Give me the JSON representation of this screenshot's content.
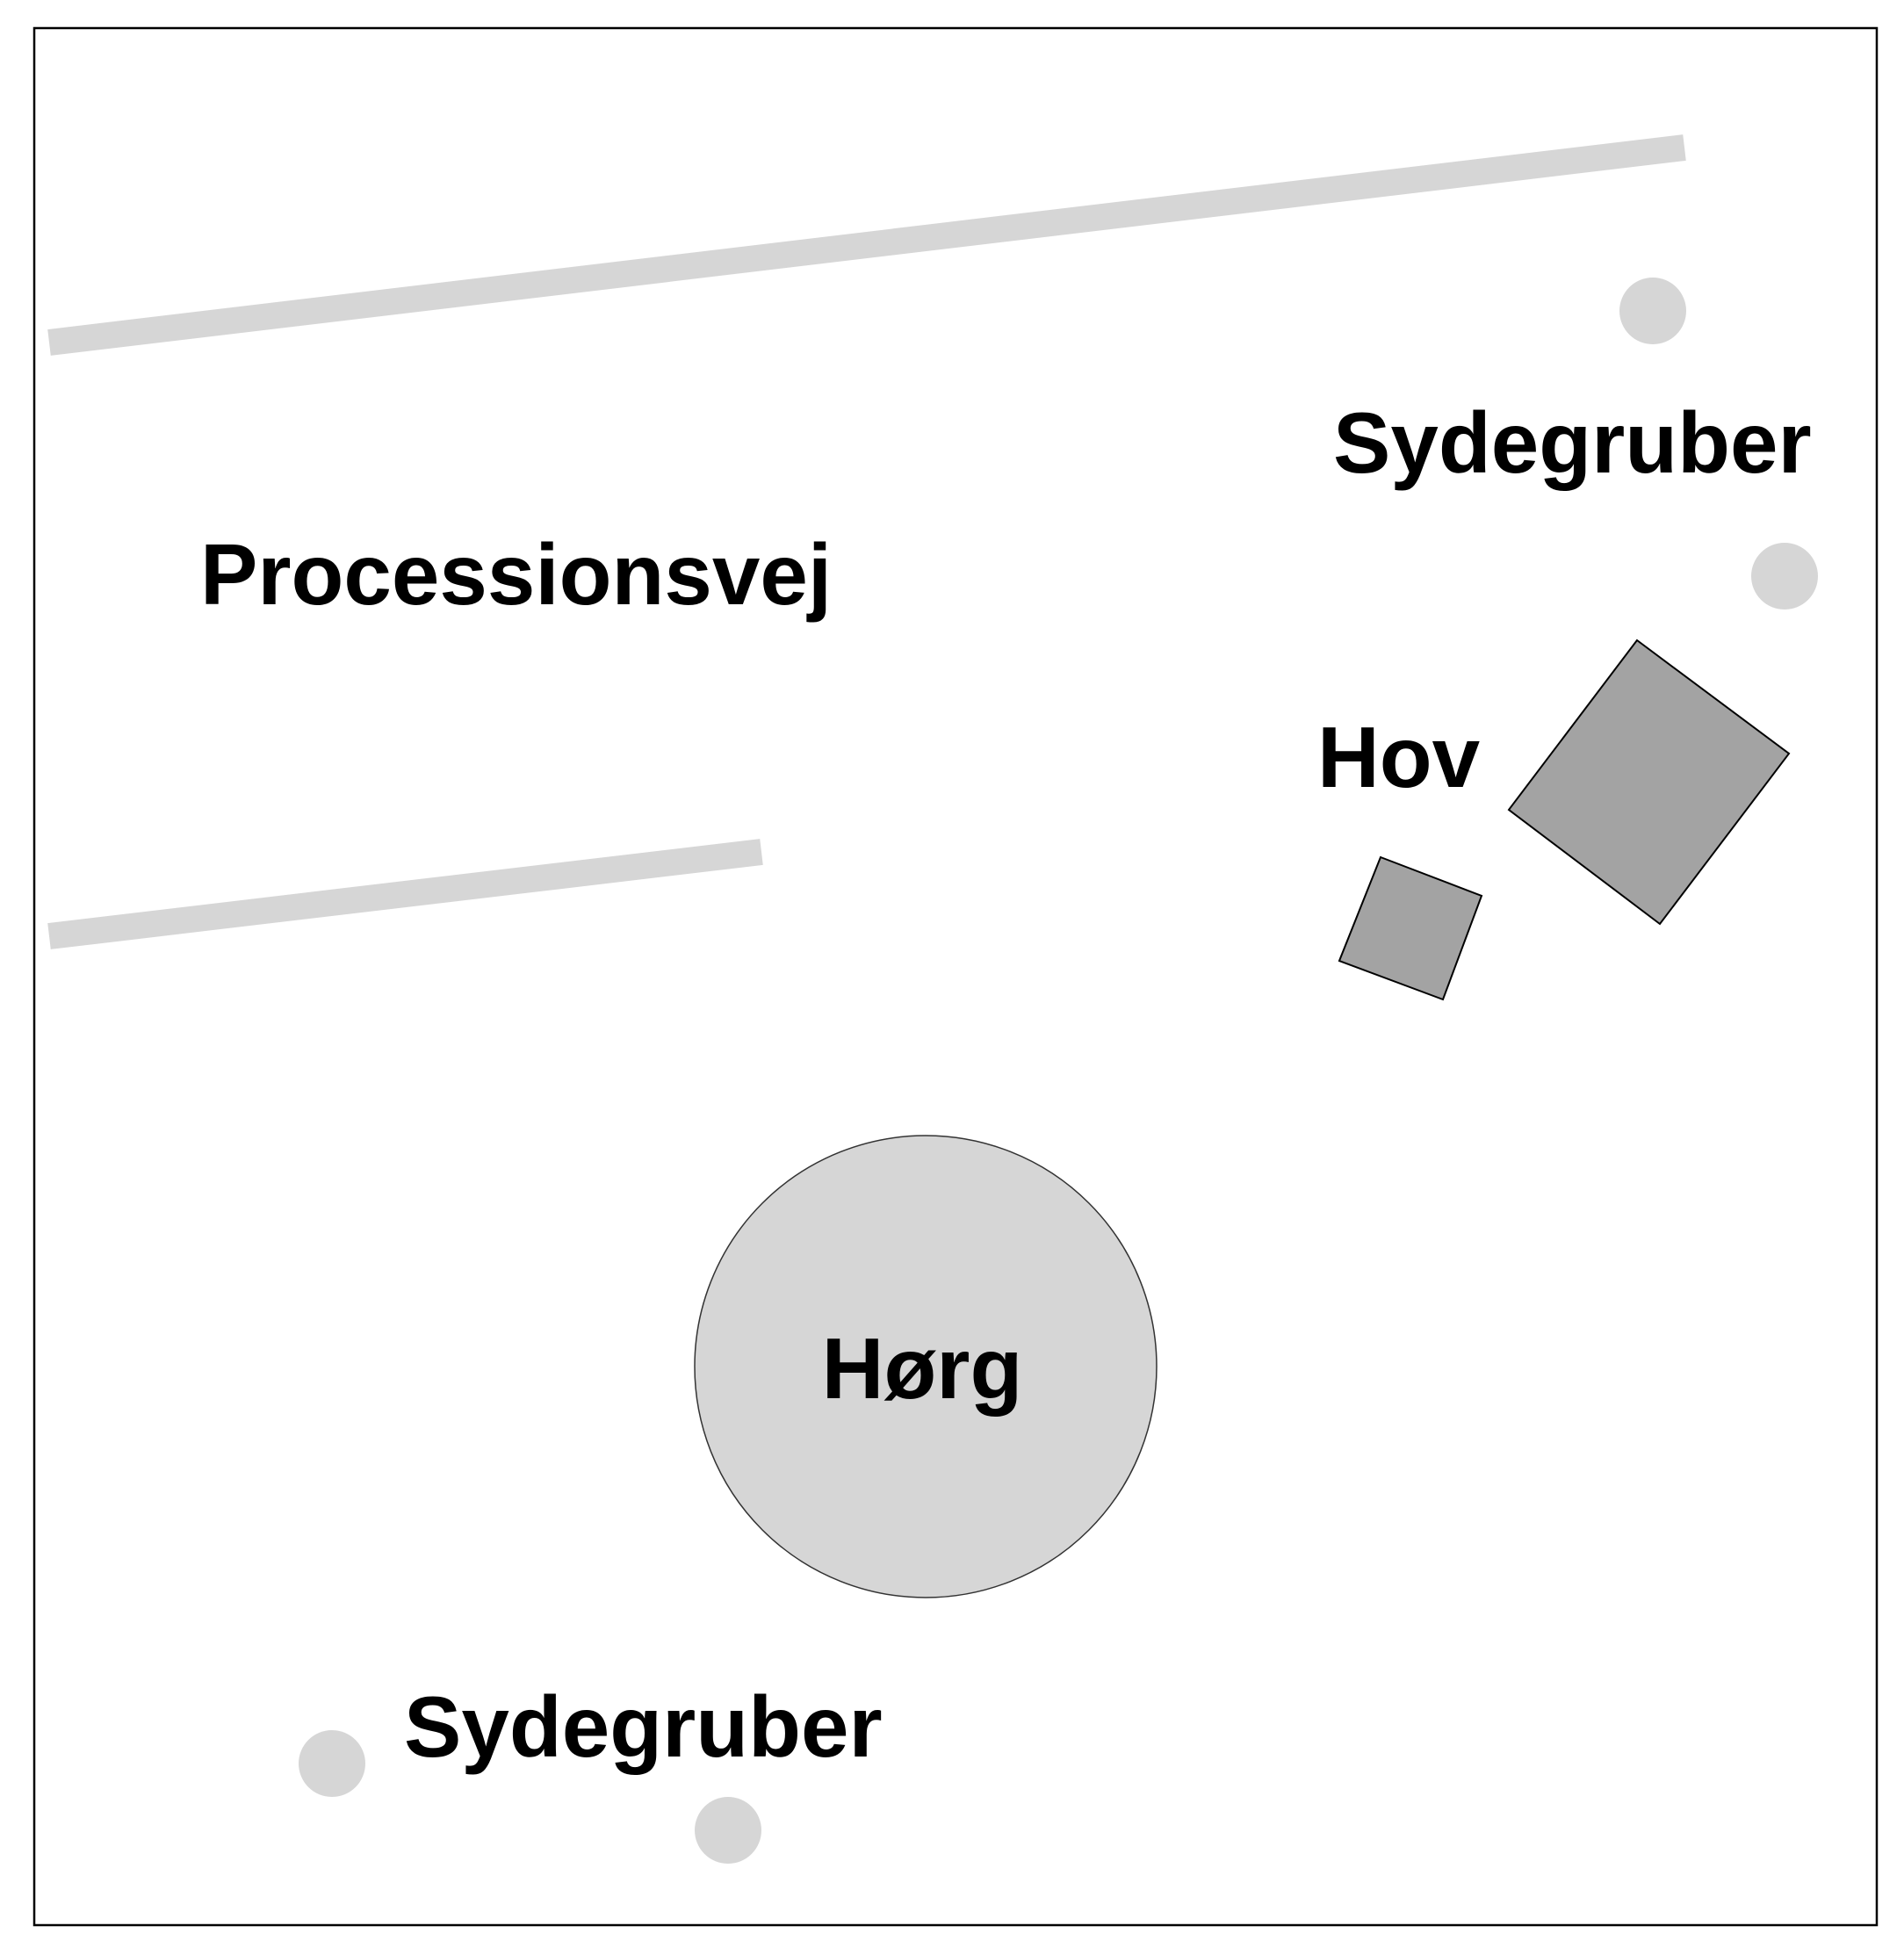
{
  "labels": {
    "processional_way": "Processionsvej",
    "pits_top": "Sydegruber",
    "pits_bottom": "Sydegruber",
    "temple": "Hov",
    "altar": "Hørg"
  },
  "colors": {
    "background": "#ffffff",
    "frame": "#000000",
    "road": "#d6d6d6",
    "pit": "#d6d6d6",
    "altar_fill": "#d6d6d6",
    "temple_fill": "#a3a3a3",
    "outline": "#000000",
    "text": "#000000"
  }
}
